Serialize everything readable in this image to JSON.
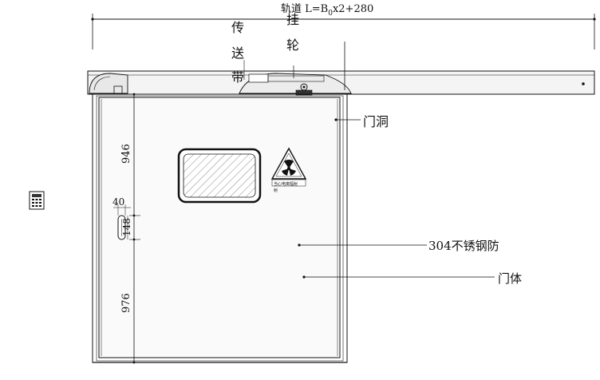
{
  "drawing": {
    "track_label_prefix": "轨道 L=B",
    "track_label_sub": "0",
    "track_label_suffix": "x2+280",
    "belt_label_chars": [
      "传",
      "送",
      "带"
    ],
    "hanger_wheel_chars": [
      "挂",
      "轮"
    ],
    "door_opening_label": "门洞",
    "door_body_label_line1": "304不锈钢防",
    "door_body_label_line2": "门体",
    "dim_upper": "946",
    "dim_lower": "976",
    "dim_handle_width": "40",
    "dim_handle_height": "148",
    "sign_caption": "当心电离辐射",
    "sign_caption_2": "射"
  },
  "icons": {
    "wall_control_panel": "keypad-panel-icon",
    "radiation_sign": "radiation-warning-icon"
  },
  "colors": {
    "line": "#111111",
    "background": "#ffffff",
    "track_fill": "#f4f4f4",
    "door_fill": "#fafafa"
  }
}
